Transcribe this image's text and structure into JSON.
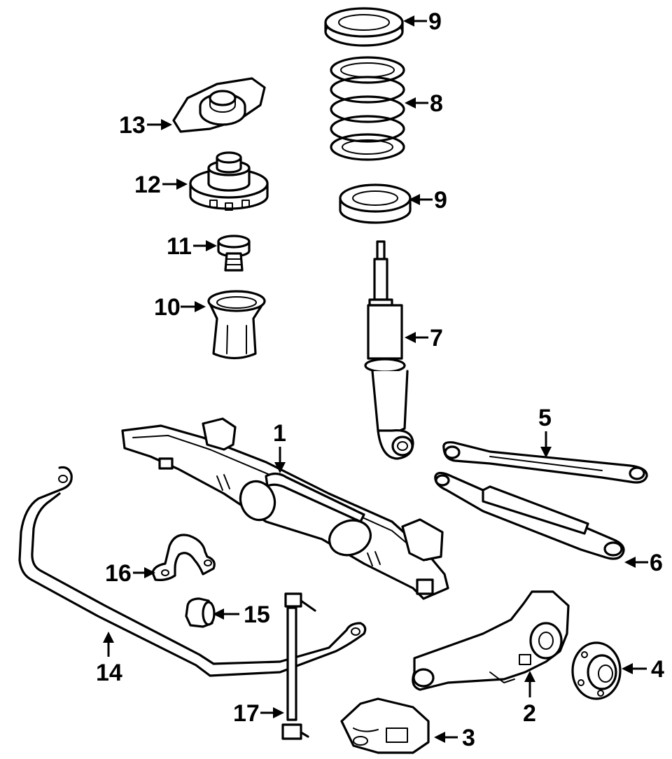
{
  "callouts": {
    "c1": "1",
    "c2": "2",
    "c3": "3",
    "c4": "4",
    "c5": "5",
    "c6": "6",
    "c7": "7",
    "c8": "8",
    "c9a": "9",
    "c9b": "9",
    "c10": "10",
    "c11": "11",
    "c12": "12",
    "c13": "13",
    "c14": "14",
    "c15": "15",
    "c16": "16",
    "c17": "17"
  }
}
